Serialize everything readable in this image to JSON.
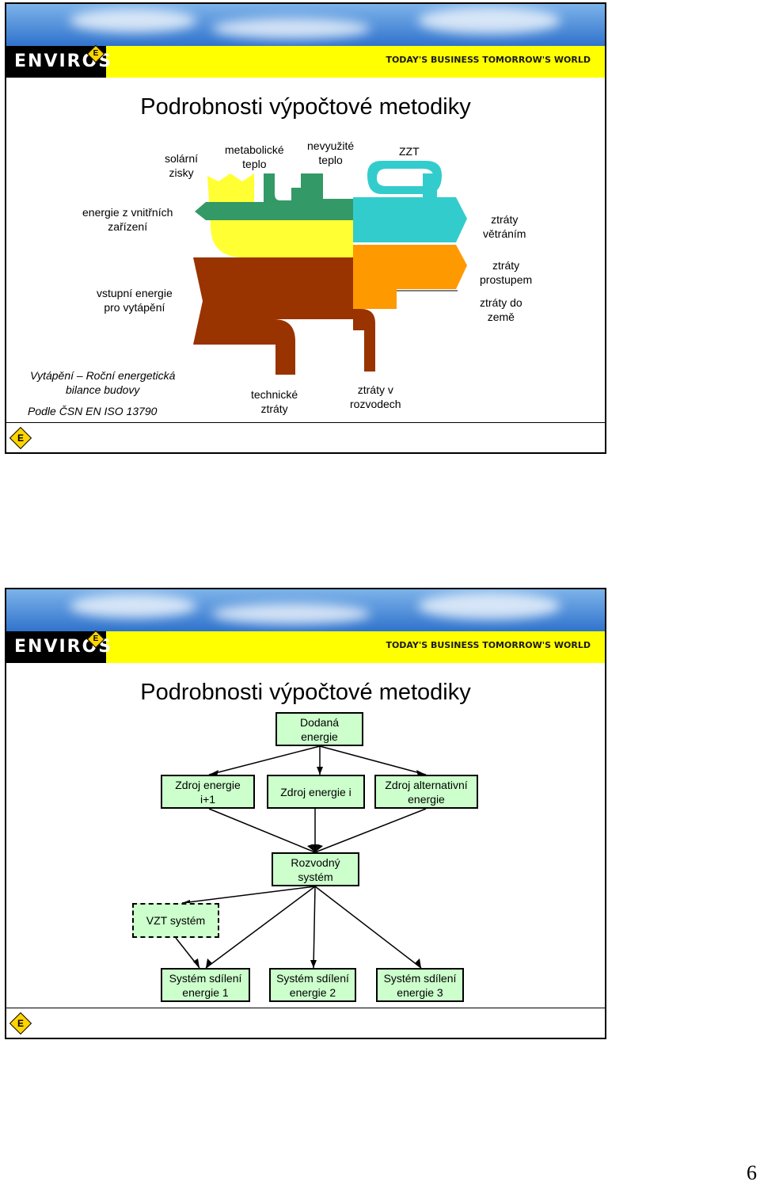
{
  "brand": {
    "logo": "ENVIROS",
    "logo_mark": "E",
    "slogan": "TODAY'S BUSINESS TOMORROW'S WORLD"
  },
  "slide1": {
    "title": "Podrobnosti výpočtové metodiky",
    "labels": {
      "solar": "solární\nzisky",
      "metabolic": "metabolické\nteplo",
      "unused": "nevyužité\nteplo",
      "zzt": "ZZT",
      "internal": "energie z vnitřních\nzařízení",
      "input": "vstupní energie\npro vytápění",
      "vent": "ztráty\nvětráním",
      "trans": "ztráty\nprostupem",
      "ground": "ztráty do\nzemě",
      "caption": "Vytápění – Roční energetická\nbilance budovy",
      "standard": "Podle ČSN EN ISO 13790",
      "technical": "technické\nztráty",
      "distribution": "ztráty v\nrozvodech"
    },
    "colors": {
      "solar": "#ffff33",
      "metabolic": "#339966",
      "zzt": "#33cccc",
      "input": "#993300",
      "trans": "#ff9900"
    }
  },
  "slide2": {
    "title": "Podrobnosti výpočtové metodiky",
    "nodes": {
      "delivered": "Dodaná\nenergie",
      "source_next": "Zdroj energie\ni+1",
      "source_i": "Zdroj energie i",
      "source_alt": "Zdroj alternativní\nenergie",
      "distribution": "Rozvodný\nsystém",
      "vzt": "VZT systém",
      "share1": "Systém sdílení\nenergie 1",
      "share2": "Systém sdílení\nenergie 2",
      "share3": "Systém sdílení\nenergie 3"
    },
    "box_color": "#ccffcc"
  },
  "page_number": "6"
}
